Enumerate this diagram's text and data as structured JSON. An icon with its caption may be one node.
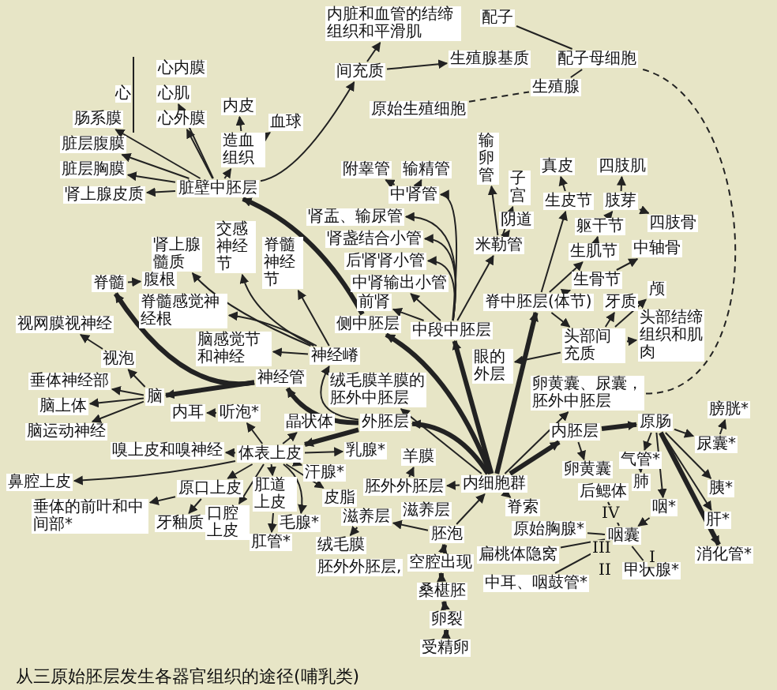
{
  "diagram": {
    "caption": "从三原始胚层发生各器官组织的途径(哺乳类)",
    "nodes": [
      {
        "text": [
          "受精卵"
        ]
      },
      {
        "text": [
          "卵裂"
        ]
      },
      {
        "text": [
          "桑椹胚"
        ]
      },
      {
        "text": [
          "空腔出现"
        ]
      },
      {
        "text": [
          "胚泡"
        ]
      },
      {
        "text": [
          "滋养层"
        ]
      },
      {
        "text": [
          "绒毛膜"
        ]
      },
      {
        "text": [
          "内细胞群"
        ]
      },
      {
        "text": [
          "胚外外胚层"
        ]
      },
      {
        "text": [
          "羊膜"
        ]
      },
      {
        "text": [
          "外胚层"
        ]
      },
      {
        "text": [
          "内胚层"
        ]
      },
      {
        "text": [
          "脊索"
        ]
      },
      {
        "text": [
          "卵黄囊、尿囊，胚外中胚层"
        ]
      },
      {
        "text": [
          "绒毛膜羊膜的胚外中胚层"
        ]
      },
      {
        "text": [
          "脊中胚层(体节)"
        ]
      },
      {
        "text": [
          "中段中胚层"
        ]
      },
      {
        "text": [
          "侧中胚层"
        ]
      },
      {
        "text": [
          "神经管"
        ]
      },
      {
        "text": [
          "神经嵴"
        ]
      },
      {
        "text": [
          "体表上皮"
        ]
      },
      {
        "text": [
          "脊髓"
        ]
      },
      {
        "text": [
          "腹根"
        ]
      },
      {
        "text": [
          "脑"
        ]
      },
      {
        "text": [
          "视泡"
        ]
      },
      {
        "text": [
          "视网膜视神经"
        ]
      },
      {
        "text": [
          "垂体神经部"
        ]
      },
      {
        "text": [
          "脑上体"
        ]
      },
      {
        "text": [
          "脑运动神经"
        ]
      },
      {
        "text": [
          "脊髓感觉神经根"
        ]
      },
      {
        "text": [
          "脑感觉节和神经"
        ]
      },
      {
        "text": [
          "肾上腺髓质"
        ]
      },
      {
        "text": [
          "交感神经节"
        ]
      },
      {
        "text": [
          "脊髓神经节"
        ]
      },
      {
        "text": [
          "听泡*"
        ]
      },
      {
        "text": [
          "内耳"
        ]
      },
      {
        "text": [
          "晶状体"
        ]
      },
      {
        "text": [
          "嗅上皮和嗅神经"
        ]
      },
      {
        "text": [
          "鼻腔上皮"
        ]
      },
      {
        "text": [
          "原口上皮"
        ]
      },
      {
        "text": [
          "垂体的前叶和中间部*"
        ]
      },
      {
        "text": [
          "牙釉质"
        ]
      },
      {
        "text": [
          "口腔上皮"
        ]
      },
      {
        "text": [
          "肛道上皮"
        ]
      },
      {
        "text": [
          "肛管*"
        ]
      },
      {
        "text": [
          "乳腺*"
        ]
      },
      {
        "text": [
          "汗腺*"
        ]
      },
      {
        "text": [
          "皮脂"
        ]
      },
      {
        "text": [
          "毛腺*"
        ]
      },
      {
        "text": [
          "生皮节"
        ]
      },
      {
        "text": [
          "真皮"
        ]
      },
      {
        "text": [
          "生肌节"
        ]
      },
      {
        "text": [
          "躯干节"
        ]
      },
      {
        "text": [
          "生骨节"
        ]
      },
      {
        "text": [
          "中轴骨"
        ]
      },
      {
        "text": [
          "肢芽"
        ]
      },
      {
        "text": [
          "四肢肌"
        ]
      },
      {
        "text": [
          "四肢骨"
        ]
      },
      {
        "text": [
          "眼的外层"
        ]
      },
      {
        "text": [
          "头部间充质"
        ]
      },
      {
        "text": [
          "牙质"
        ]
      },
      {
        "text": [
          "颅"
        ]
      },
      {
        "text": [
          "头部结缔组织和肌肉"
        ]
      },
      {
        "text": [
          "前肾"
        ]
      },
      {
        "text": [
          "中肾管"
        ]
      },
      {
        "text": [
          "中肾输出小管"
        ]
      },
      {
        "text": [
          "后肾肾小管"
        ]
      },
      {
        "text": [
          "肾盏结合小管"
        ]
      },
      {
        "text": [
          "肾盂、输尿管"
        ]
      },
      {
        "text": [
          "附睾管"
        ]
      },
      {
        "text": [
          "输精管"
        ]
      },
      {
        "text": [
          "米勒管"
        ]
      },
      {
        "text": [
          "阴道"
        ]
      },
      {
        "text": [
          "子宫"
        ]
      },
      {
        "text": [
          "输卵管"
        ]
      },
      {
        "text": [
          "脏壁中胚层"
        ]
      },
      {
        "text": [
          "心"
        ]
      },
      {
        "text": [
          "心内膜"
        ],
        "in": 76
      },
      {
        "text": [
          "心肌"
        ],
        "in": 76
      },
      {
        "text": [
          "心外膜"
        ],
        "in": 76
      },
      {
        "text": [
          "肠系膜"
        ]
      },
      {
        "text": [
          "脏层腹膜"
        ]
      },
      {
        "text": [
          "脏层胸膜"
        ]
      },
      {
        "text": [
          "造血组织"
        ]
      },
      {
        "text": [
          "内皮"
        ]
      },
      {
        "text": [
          "血球"
        ]
      },
      {
        "text": [
          "肾上腺皮质"
        ]
      },
      {
        "text": [
          "间充质"
        ]
      },
      {
        "text": [
          "内脏和血管的结缔组织和平滑肌"
        ]
      },
      {
        "text": [
          "生殖腺基质"
        ]
      },
      {
        "text": [
          "原始生殖细胞"
        ]
      },
      {
        "text": [
          "生殖腺"
        ]
      },
      {
        "text": [
          "配子母细胞"
        ]
      },
      {
        "text": [
          "配子"
        ]
      },
      {
        "text": [
          "原肠"
        ]
      },
      {
        "text": [
          "卵黄囊"
        ]
      },
      {
        "text": [
          "膀胱*"
        ]
      },
      {
        "text": [
          "尿囊*"
        ]
      },
      {
        "text": [
          "气管*"
        ]
      },
      {
        "text": [
          "肺"
        ]
      },
      {
        "text": [
          "咽*"
        ]
      },
      {
        "text": [
          "胰*"
        ]
      },
      {
        "text": [
          "肝*"
        ]
      },
      {
        "text": [
          "消化管*"
        ]
      },
      {
        "text": [
          "咽囊"
        ]
      },
      {
        "text": [
          "中耳、咽鼓管*"
        ]
      },
      {
        "text": [
          "扁桃体隐窝"
        ]
      },
      {
        "text": [
          "原始胸腺*"
        ]
      },
      {
        "text": [
          "后鳃体"
        ]
      },
      {
        "text": [
          "甲状腺*"
        ]
      },
      {
        "text": [
          "滋养层"
        ]
      },
      {
        "text": [
          "胚外外胚层,"
        ]
      }
    ],
    "edges": [
      {
        "from": 0,
        "to": 1,
        "arrow": "to",
        "style": "thick"
      },
      {
        "from": 1,
        "to": 2,
        "arrow": "to",
        "style": "thick"
      },
      {
        "from": 2,
        "to": 3,
        "arrow": "to",
        "style": "thick"
      },
      {
        "from": 3,
        "to": 4,
        "arrow": "to",
        "style": "thick"
      },
      {
        "from": 4,
        "to": 5,
        "arrow": "to"
      },
      {
        "from": 5,
        "to": 6,
        "arrow": "to"
      },
      {
        "from": 4,
        "to": 7,
        "arrow": "to"
      },
      {
        "from": 7,
        "to": 8,
        "arrow": "to"
      },
      {
        "from": 8,
        "to": 9,
        "arrow": "to"
      },
      {
        "from": 7,
        "to": 10,
        "arrow": "to",
        "style": "thick"
      },
      {
        "from": 7,
        "to": 11,
        "arrow": "to",
        "style": "thick"
      },
      {
        "from": 7,
        "to": 12,
        "arrow": "to"
      },
      {
        "from": 7,
        "to": 13,
        "arrow": "to"
      },
      {
        "from": 7,
        "to": 14,
        "arrow": "to"
      },
      {
        "from": 7,
        "to": 15,
        "arrow": "to",
        "style": "thick"
      },
      {
        "from": 7,
        "to": 16,
        "arrow": "to",
        "style": "thick"
      },
      {
        "from": 7,
        "to": 17,
        "arrow": "to",
        "style": "thick"
      },
      {
        "from": 10,
        "to": 18,
        "arrow": "to",
        "style": "thick"
      },
      {
        "from": 10,
        "to": 19,
        "arrow": "to"
      },
      {
        "from": 10,
        "to": 20,
        "arrow": "to",
        "style": "thick"
      },
      {
        "from": 18,
        "to": 21,
        "arrow": "to",
        "style": "thick"
      },
      {
        "from": 21,
        "to": 22,
        "arrow": "to"
      },
      {
        "from": 18,
        "to": 23,
        "arrow": "to",
        "style": "thick"
      },
      {
        "from": 23,
        "to": 24,
        "arrow": "to"
      },
      {
        "from": 24,
        "to": 25,
        "arrow": "to"
      },
      {
        "from": 23,
        "to": 26,
        "arrow": "to"
      },
      {
        "from": 23,
        "to": 27,
        "arrow": "to"
      },
      {
        "from": 23,
        "to": 28,
        "arrow": "to"
      },
      {
        "from": 19,
        "to": 29,
        "arrow": "to"
      },
      {
        "from": 19,
        "to": 30,
        "arrow": "to"
      },
      {
        "from": 19,
        "to": 31,
        "arrow": "to"
      },
      {
        "from": 19,
        "to": 32,
        "arrow": "to"
      },
      {
        "from": 19,
        "to": 33,
        "arrow": "to"
      },
      {
        "from": 20,
        "to": 34,
        "arrow": "to"
      },
      {
        "from": 34,
        "to": 35,
        "arrow": "to"
      },
      {
        "from": 20,
        "to": 36,
        "arrow": "to"
      },
      {
        "from": 20,
        "to": 37,
        "arrow": "to"
      },
      {
        "from": 20,
        "to": 38,
        "arrow": "to"
      },
      {
        "from": 20,
        "to": 39,
        "arrow": "to"
      },
      {
        "from": 39,
        "to": 40,
        "arrow": "to"
      },
      {
        "from": 39,
        "to": 41,
        "arrow": "to"
      },
      {
        "from": 20,
        "to": 42,
        "arrow": "to"
      },
      {
        "from": 20,
        "to": 43,
        "arrow": "to"
      },
      {
        "from": 43,
        "to": 44,
        "arrow": "to"
      },
      {
        "from": 20,
        "to": 45,
        "arrow": "to"
      },
      {
        "from": 20,
        "to": 46,
        "arrow": "to"
      },
      {
        "from": 20,
        "to": 47,
        "arrow": "to"
      },
      {
        "from": 20,
        "to": 48,
        "arrow": "to"
      },
      {
        "from": 15,
        "to": 49,
        "arrow": "to"
      },
      {
        "from": 49,
        "to": 50,
        "arrow": "to"
      },
      {
        "from": 15,
        "to": 51,
        "arrow": "to"
      },
      {
        "from": 51,
        "to": 52,
        "arrow": "to"
      },
      {
        "from": 15,
        "to": 53,
        "arrow": "to"
      },
      {
        "from": 53,
        "to": 54,
        "arrow": "to"
      },
      {
        "from": 52,
        "to": 55,
        "arrow": "to"
      },
      {
        "from": 55,
        "to": 56,
        "arrow": "to"
      },
      {
        "from": 55,
        "to": 57,
        "arrow": "to"
      },
      {
        "from": 15,
        "to": 59,
        "arrow": "to"
      },
      {
        "from": 59,
        "to": 58,
        "arrow": "to"
      },
      {
        "from": 59,
        "to": 60,
        "arrow": "to"
      },
      {
        "from": 59,
        "to": 61,
        "arrow": "to"
      },
      {
        "from": 59,
        "to": 62,
        "arrow": "to"
      },
      {
        "from": 16,
        "to": 63,
        "arrow": "to"
      },
      {
        "from": 16,
        "to": 64,
        "arrow": "to"
      },
      {
        "from": 16,
        "to": 65,
        "arrow": "to"
      },
      {
        "from": 16,
        "to": 66,
        "arrow": "to"
      },
      {
        "from": 16,
        "to": 67,
        "arrow": "to"
      },
      {
        "from": 16,
        "to": 68,
        "arrow": "to"
      },
      {
        "from": 64,
        "to": 69,
        "arrow": "to"
      },
      {
        "from": 64,
        "to": 70,
        "arrow": "to"
      },
      {
        "from": 16,
        "to": 71,
        "arrow": "to"
      },
      {
        "from": 71,
        "to": 72,
        "arrow": "to"
      },
      {
        "from": 71,
        "to": 73,
        "arrow": "to"
      },
      {
        "from": 71,
        "to": 74,
        "arrow": "to"
      },
      {
        "from": 17,
        "to": 75,
        "arrow": "to",
        "style": "thick"
      },
      {
        "from": 75,
        "to": 78,
        "arrow": "to"
      },
      {
        "from": 75,
        "to": 79,
        "arrow": "to"
      },
      {
        "from": 75,
        "to": 80,
        "arrow": "to"
      },
      {
        "from": 75,
        "to": 81,
        "arrow": "to"
      },
      {
        "from": 75,
        "to": 82,
        "arrow": "to"
      },
      {
        "from": 75,
        "to": 83,
        "arrow": "to"
      },
      {
        "from": 83,
        "to": 84,
        "arrow": "to"
      },
      {
        "from": 83,
        "to": 85,
        "arrow": "to"
      },
      {
        "from": 75,
        "to": 86,
        "arrow": "to"
      },
      {
        "from": 75,
        "to": 87,
        "arrow": "to"
      },
      {
        "from": 87,
        "to": 88,
        "arrow": "to"
      },
      {
        "from": 87,
        "to": 89,
        "arrow": "to"
      },
      {
        "from": 90,
        "to": 91,
        "arrow": "none",
        "style": "dashed"
      },
      {
        "from": 91,
        "to": 92,
        "arrow": "none"
      },
      {
        "from": 92,
        "to": 93,
        "arrow": "none"
      },
      {
        "from": 13,
        "to": 92,
        "arrow": "none",
        "style": "dashed"
      },
      {
        "from": 11,
        "to": 94,
        "arrow": "to",
        "style": "thick"
      },
      {
        "from": 11,
        "to": 95,
        "arrow": "to"
      },
      {
        "from": 94,
        "to": 97,
        "arrow": "to"
      },
      {
        "from": 97,
        "to": 96,
        "arrow": "to"
      },
      {
        "from": 94,
        "to": 98,
        "arrow": "to"
      },
      {
        "from": 98,
        "to": 99,
        "arrow": "to"
      },
      {
        "from": 94,
        "to": 100,
        "arrow": "to"
      },
      {
        "from": 94,
        "to": 101,
        "arrow": "to"
      },
      {
        "from": 94,
        "to": 102,
        "arrow": "to"
      },
      {
        "from": 94,
        "to": 103,
        "arrow": "to",
        "style": "thick"
      },
      {
        "from": 100,
        "to": 104,
        "arrow": "to"
      },
      {
        "from": 104,
        "to": 105,
        "arrow": "none"
      },
      {
        "from": 104,
        "to": 106,
        "arrow": "none"
      },
      {
        "from": 104,
        "to": 107,
        "arrow": "none"
      },
      {
        "from": 104,
        "to": 108,
        "arrow": "none"
      },
      {
        "from": 104,
        "to": 109,
        "arrow": "none"
      }
    ],
    "labels": [
      "IV",
      "III",
      "II",
      "I"
    ]
  }
}
